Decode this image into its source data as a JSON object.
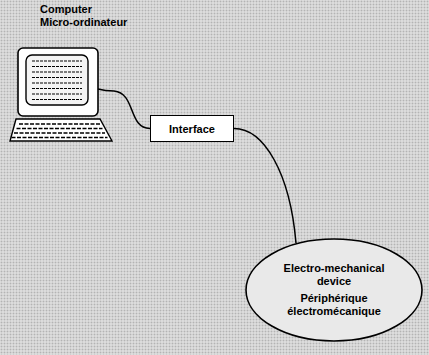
{
  "diagram": {
    "nodes": [
      {
        "text": [
          "Computer",
          "Micro-ordinateur"
        ]
      },
      {
        "text": [
          "Interface"
        ]
      },
      {
        "text": [
          "Electro-mechanical device",
          "Périphérique électromécanique"
        ]
      }
    ],
    "edges": [
      {
        "from": 0,
        "to": 1,
        "arrow": "none"
      },
      {
        "from": 1,
        "to": 2,
        "arrow": "none"
      }
    ]
  }
}
